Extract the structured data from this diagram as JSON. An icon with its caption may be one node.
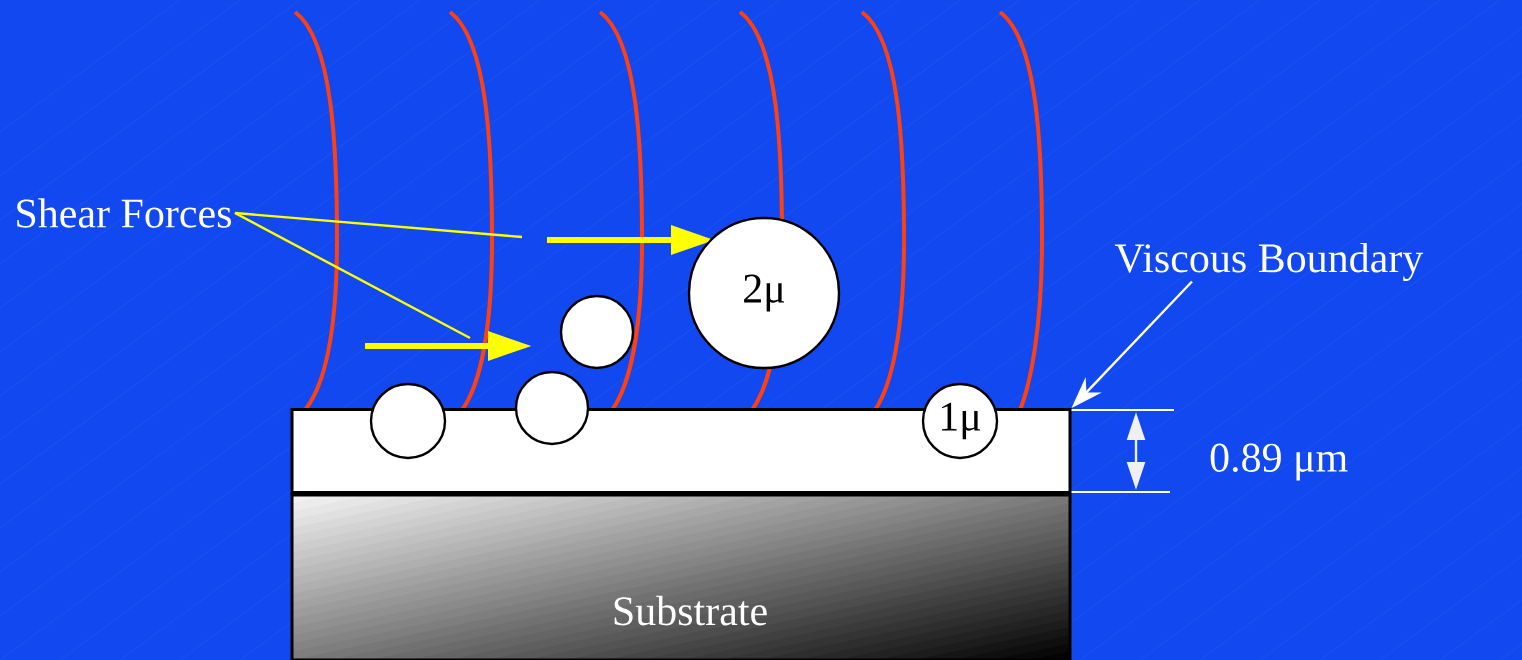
{
  "diagram": {
    "nodes": [
      {
        "text": [
          "Shear Forces"
        ]
      },
      {
        "text": [
          "Viscous Boundary"
        ]
      },
      {
        "text": [],
        "shape": "box"
      },
      {
        "text": [
          "Substrate"
        ]
      },
      {
        "text": [],
        "shape": "circle"
      },
      {
        "text": [],
        "shape": "circle"
      },
      {
        "text": [],
        "shape": "circle"
      },
      {
        "text": [
          "2μ"
        ]
      },
      {
        "text": [
          "1μ"
        ]
      }
    ],
    "edges": [
      {
        "from": 0,
        "to": null,
        "arrow": "none"
      },
      {
        "from": 0,
        "to": null,
        "arrow": "none"
      },
      {
        "from": 1,
        "to": 2,
        "arrow": "to",
        "color": "#ffffff"
      }
    ],
    "labels": [
      "0.89 μm"
    ]
  }
}
